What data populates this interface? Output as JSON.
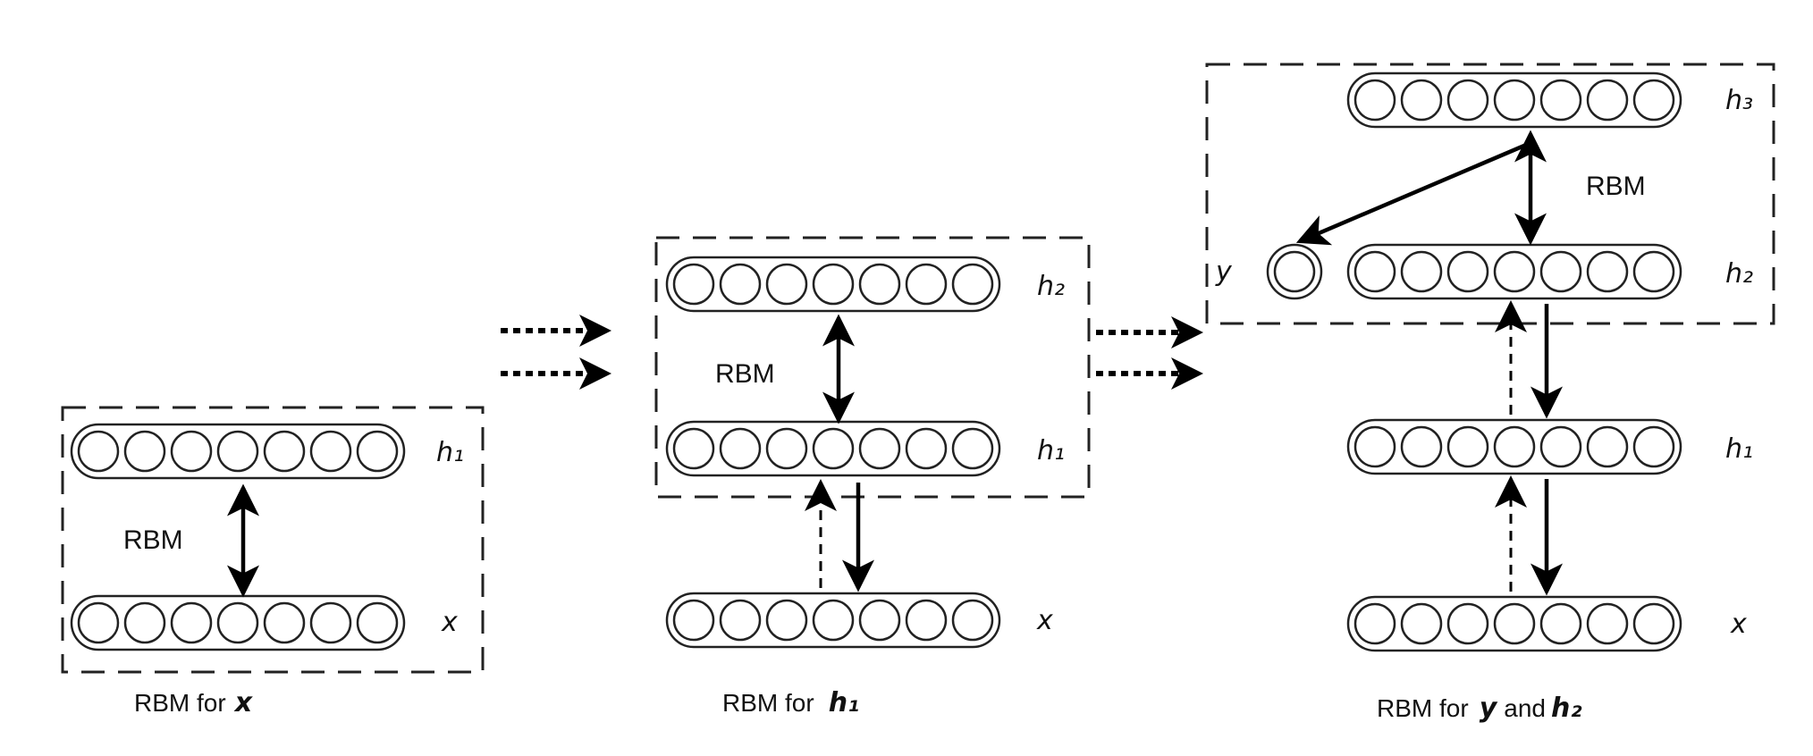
{
  "panels": [
    {
      "id": "x",
      "caption": {
        "prefix": "RBM for",
        "var": "x",
        "mid": "",
        "var2": ""
      },
      "rbm_label": "RBM",
      "layers": [
        {
          "label": "h₁"
        },
        {
          "label": "x"
        }
      ]
    },
    {
      "id": "h1",
      "caption": {
        "prefix": "RBM for",
        "var": "h₁",
        "mid": "",
        "var2": ""
      },
      "rbm_label": "RBM",
      "layers": [
        {
          "label": "h₂"
        },
        {
          "label": "h₁"
        },
        {
          "label": "x"
        }
      ]
    },
    {
      "id": "y-h2",
      "caption": {
        "prefix": "RBM for",
        "var": "y",
        "mid": "and",
        "var2": "h₂"
      },
      "rbm_label": "RBM",
      "layers": [
        {
          "label": "h₃"
        },
        {
          "label": "y"
        },
        {
          "label": "h₂"
        },
        {
          "label": "h₁"
        },
        {
          "label": "x"
        }
      ]
    }
  ]
}
